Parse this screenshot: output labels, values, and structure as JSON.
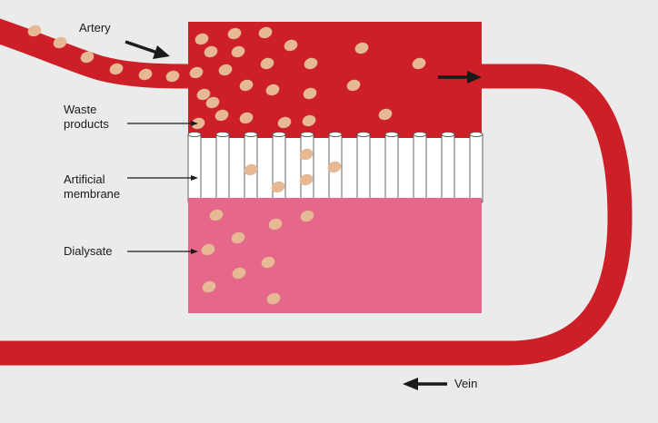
{
  "labels": {
    "artery": "Artery",
    "waste": "Waste\nproducts",
    "membrane": "Artificial\nmembrane",
    "dialysate": "Dialysate",
    "vein": "Vein"
  },
  "colors": {
    "background": "#ebebeb",
    "blood": "#cc1f27",
    "dialysate": "#e5688b",
    "particle": "#e6b894",
    "membrane_tube": "#ffffff",
    "arrow": "#1a1a1a"
  }
}
